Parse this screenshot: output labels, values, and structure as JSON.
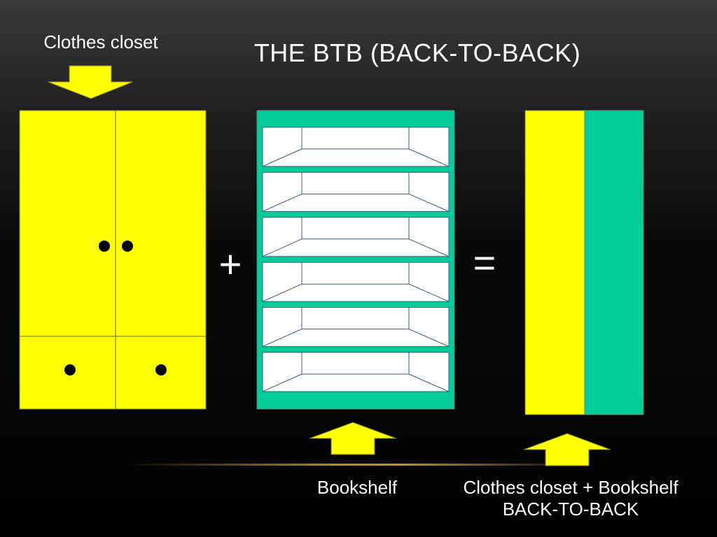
{
  "slide": {
    "title": "THE BTB (BACK-TO-BACK)"
  },
  "labels": {
    "clothes_closet": "Clothes closet",
    "bookshelf": "Bookshelf",
    "combo_line1": "Clothes closet + Bookshelf",
    "combo_line2": "BACK-TO-BACK"
  },
  "operators": {
    "plus": "+",
    "equals": "="
  },
  "colors": {
    "yellow": "#FFFF00",
    "teal": "#00CC99",
    "background": "#000000",
    "text": "#FFFFFF"
  },
  "bookshelf_shelf_count": 6
}
